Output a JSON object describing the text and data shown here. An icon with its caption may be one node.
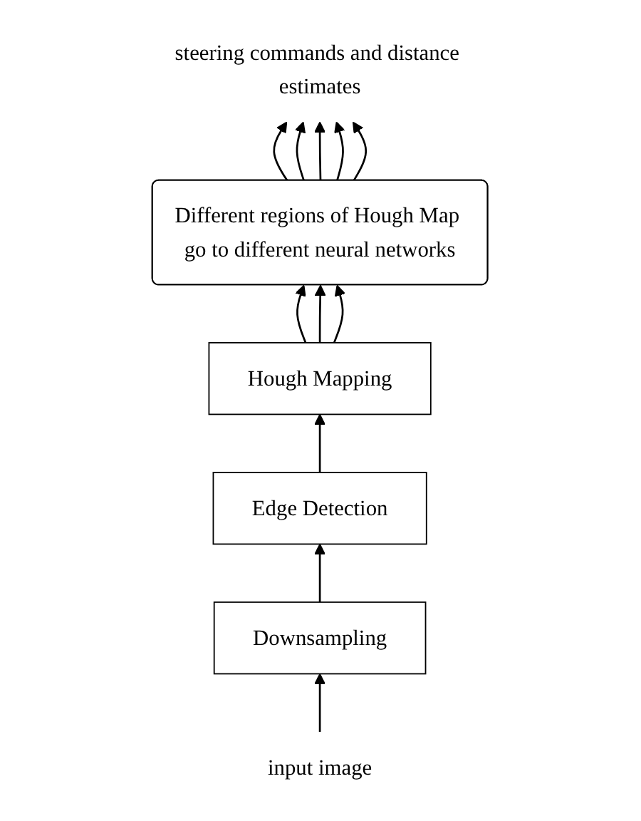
{
  "diagram": {
    "nodes": [
      {
        "text": [
          "steering commands and distance estimates"
        ]
      },
      {
        "text": [
          "Different regions of Hough Map go to different neural networks"
        ]
      },
      {
        "text": [
          "Hough Mapping"
        ]
      },
      {
        "text": [
          "Edge Detection"
        ]
      },
      {
        "text": [
          "Downsampling"
        ]
      },
      {
        "text": [
          "input image"
        ]
      }
    ],
    "edges": [
      {
        "from": 5,
        "to": 4,
        "arrow": "to"
      },
      {
        "from": 4,
        "to": 3,
        "arrow": "to"
      },
      {
        "from": 3,
        "to": 2,
        "arrow": "to"
      },
      {
        "from": 2,
        "to": 1,
        "arrow": "to"
      },
      {
        "from": 2,
        "to": 1,
        "arrow": "to"
      },
      {
        "from": 2,
        "to": 1,
        "arrow": "to"
      },
      {
        "from": 1,
        "to": 0,
        "arrow": "to"
      },
      {
        "from": 1,
        "to": 0,
        "arrow": "to"
      },
      {
        "from": 1,
        "to": 0,
        "arrow": "to"
      },
      {
        "from": 1,
        "to": 0,
        "arrow": "to"
      },
      {
        "from": 1,
        "to": 0,
        "arrow": "to"
      }
    ]
  }
}
